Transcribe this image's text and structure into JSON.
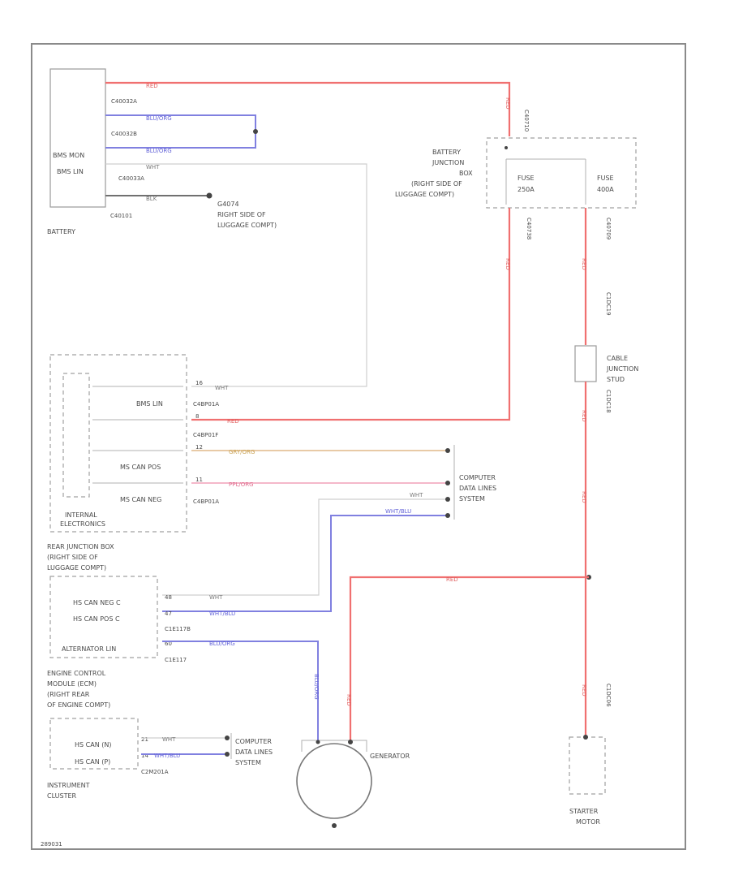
{
  "battery": {
    "label": "BATTERY",
    "pin_bms_mon": "BMS MON",
    "pin_bms_lin": "BMS LIN",
    "conn_1": "C40032A",
    "conn_2": "C40032B",
    "conn_3": "C40033A",
    "conn_4": "C40101"
  },
  "ground": {
    "id": "G4074",
    "loc1": "RIGHT SIDE OF",
    "loc2": "LUGGAGE COMPT)"
  },
  "bjb": {
    "line1": "BATTERY",
    "line2": "JUNCTION",
    "line3": "BOX",
    "line4": "(RIGHT SIDE OF",
    "line5": "LUGGAGE COMPT)",
    "fuse_a_name": "FUSE",
    "fuse_a_rating": "250A",
    "fuse_b_name": "FUSE",
    "fuse_b_rating": "400A",
    "conn_top": "C40710",
    "conn_a": "C40738",
    "conn_b": "C40709"
  },
  "cable_junction": {
    "line1": "CABLE",
    "line2": "JUNCTION",
    "line3": "STUD",
    "conn_top": "C1DC19",
    "conn_bot": "C1DC18"
  },
  "rjb": {
    "line1": "REAR JUNCTION BOX",
    "line2": "(RIGHT SIDE OF",
    "line3": "LUGGAGE COMPT)",
    "internal1": "INTERNAL",
    "internal2": "ELECTRONICS",
    "pin_bms_lin": "BMS LIN",
    "pin_ms_can_pos": "MS CAN POS",
    "pin_ms_can_neg": "MS CAN NEG",
    "conn_1": "C4BP01A",
    "conn_2": "C4BP01F",
    "conn_3": "C4BP01A",
    "pin_num_1": "16",
    "pin_num_2": "8",
    "pin_num_3": "12",
    "pin_num_4": "11"
  },
  "cdls_1": {
    "line1": "COMPUTER",
    "line2": "DATA LINES",
    "line3": "SYSTEM"
  },
  "ecm": {
    "line1": "ENGINE CONTROL",
    "line2": "MODULE (ECM)",
    "line3": "(RIGHT REAR",
    "line4": "OF ENGINE COMPT)",
    "pin_hs_can_neg": "HS CAN NEG C",
    "pin_hs_can_pos": "HS CAN POS C",
    "pin_alt_lin": "ALTERNATOR LIN",
    "conn_1": "C1E117B",
    "conn_2": "C1E117",
    "pin_num_1": "48",
    "pin_num_2": "47",
    "pin_num_3": "60"
  },
  "ipc": {
    "line1": "INSTRUMENT",
    "line2": "CLUSTER",
    "pin_hs_can_neg": "HS CAN (N)",
    "pin_hs_can_pos": "HS CAN (P)",
    "conn": "C2M201A",
    "pin_num_1": "21",
    "pin_num_2": "14"
  },
  "cdls_2": {
    "line1": "COMPUTER",
    "line2": "DATA LINES",
    "line3": "SYSTEM"
  },
  "generator": {
    "label": "GENERATOR"
  },
  "starter": {
    "line1": "STARTER",
    "line2": "MOTOR",
    "conn": "C1DC06"
  },
  "wires": {
    "red": "RED",
    "blu_org": "BLU/ORG",
    "wht": "WHT",
    "blk": "BLK",
    "gry_org": "GRY/ORG",
    "ppl_org": "PPL/ORG",
    "wht_blu": "WHT/BLU",
    "blu_org_v": "BLU/ORG"
  },
  "footer": {
    "code": "289031"
  }
}
